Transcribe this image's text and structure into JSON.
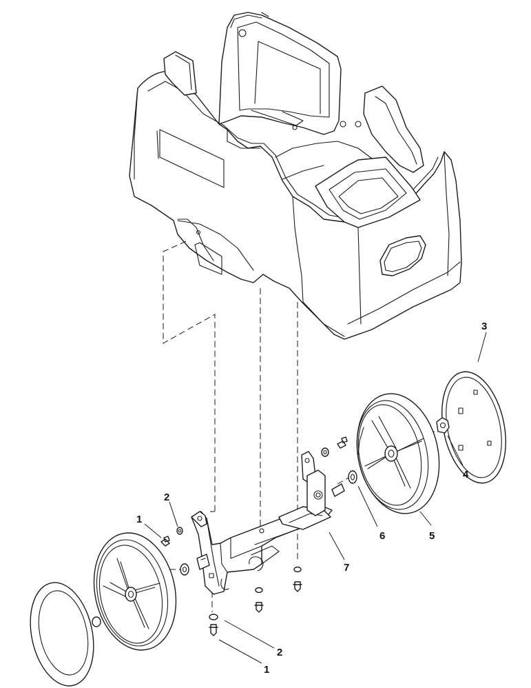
{
  "callouts": [
    {
      "id": "c1a",
      "label": "1"
    },
    {
      "id": "c2a",
      "label": "2"
    },
    {
      "id": "c3",
      "label": "3"
    },
    {
      "id": "c4",
      "label": "4"
    },
    {
      "id": "c5",
      "label": "5"
    },
    {
      "id": "c6",
      "label": "6"
    },
    {
      "id": "c7",
      "label": "7"
    },
    {
      "id": "c2b",
      "label": "2"
    },
    {
      "id": "c1b",
      "label": "1"
    }
  ],
  "colors": {
    "line": "#1a1a1a",
    "background": "#ffffff"
  }
}
